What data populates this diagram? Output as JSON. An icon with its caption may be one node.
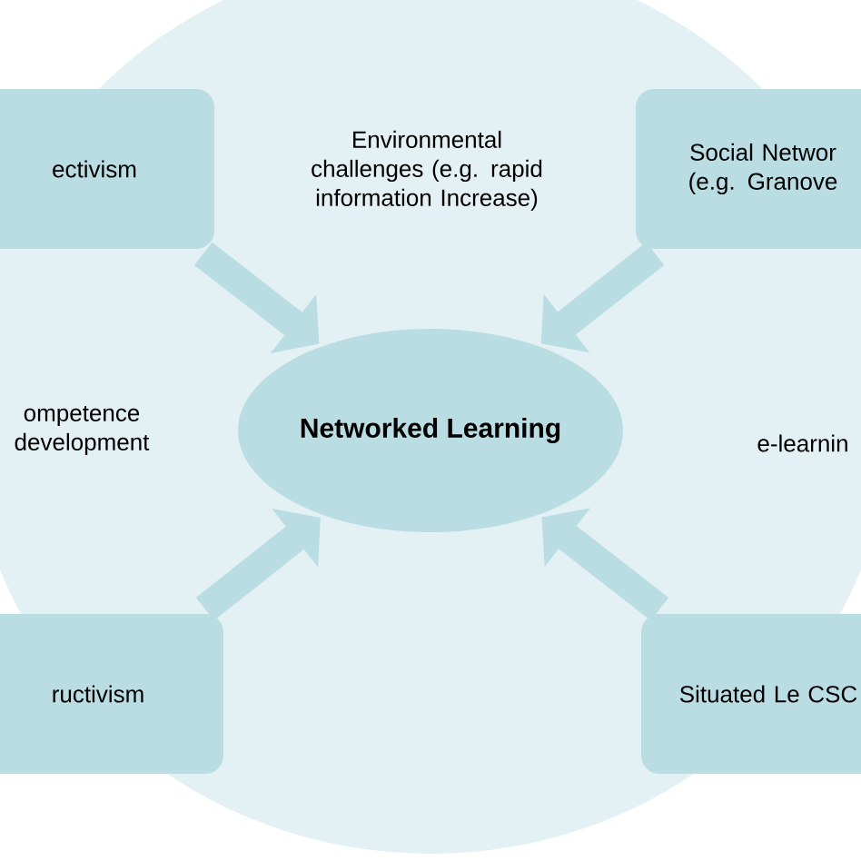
{
  "diagram": {
    "nodes": [
      {
        "text": [
          "ectivism"
        ]
      },
      {
        "text": [
          "Social Networ (e.g. Granove"
        ]
      },
      {
        "text": [
          "Networked Learning"
        ]
      },
      {
        "text": [
          "ructivism"
        ]
      },
      {
        "text": [
          "Situated Le CSC"
        ]
      }
    ],
    "edges": [
      {
        "from": 0,
        "to": 2,
        "arrow": "to"
      },
      {
        "from": 1,
        "to": 2,
        "arrow": "to"
      },
      {
        "from": 3,
        "to": 2,
        "arrow": "to"
      },
      {
        "from": 4,
        "to": 2,
        "arrow": "to"
      }
    ],
    "labels": [
      "Environmental challenges (e.g. rapid information Increase)",
      "ompetence development",
      "e-learnin"
    ]
  }
}
